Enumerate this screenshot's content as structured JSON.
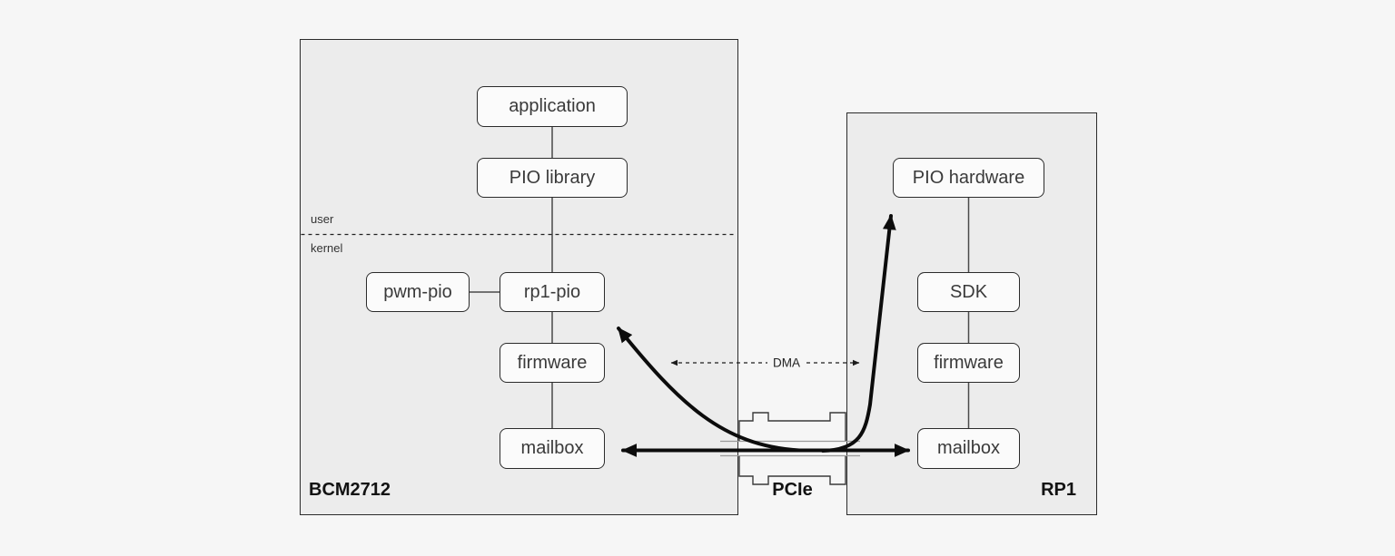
{
  "diagram": {
    "bcm": {
      "title": "BCM2712",
      "user_label": "user",
      "kernel_label": "kernel",
      "nodes": {
        "application": "application",
        "pio_library": "PIO library",
        "pwm_pio": "pwm-pio",
        "rp1_pio": "rp1-pio",
        "firmware": "firmware",
        "mailbox": "mailbox"
      }
    },
    "rp1": {
      "title": "RP1",
      "nodes": {
        "pio_hardware": "PIO hardware",
        "sdk": "SDK",
        "firmware": "firmware",
        "mailbox": "mailbox"
      }
    },
    "bus": {
      "label": "PCIe",
      "dma_label": "DMA"
    },
    "colors": {
      "background": "#f6f6f6",
      "box_fill": "#ececec",
      "node_fill": "#fbfbfb",
      "stroke": "#2b2b2b",
      "arrow": "#0c0c0c"
    }
  }
}
